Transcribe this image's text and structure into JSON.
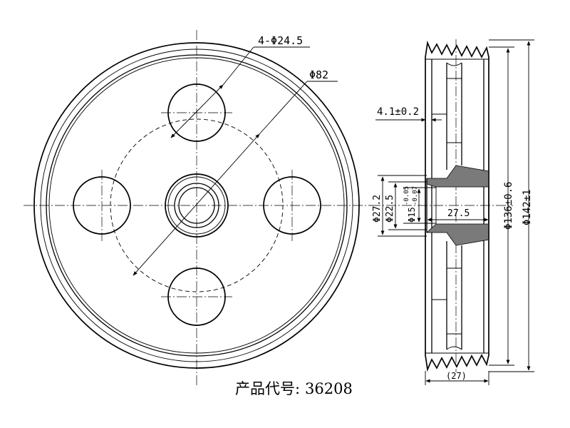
{
  "front_view": {
    "hole_dimension": "4-Φ24.5",
    "pcd_dimension": "Φ82"
  },
  "section_view": {
    "groove_depth": "4.1±0.2",
    "hub_outer_diameter": "Φ27.2",
    "hub_inner_diameter": "Φ22.5",
    "bore_diameter": "Φ15",
    "bore_tolerance_upper": "-0.05",
    "bore_tolerance_lower": "-0.07",
    "hub_length": "27.5",
    "groove_diameter": "Φ136±0.6",
    "outer_diameter": "Φ142±1",
    "overall_width": "(27)"
  },
  "caption": {
    "label": "产品代号:",
    "code": "36208"
  }
}
